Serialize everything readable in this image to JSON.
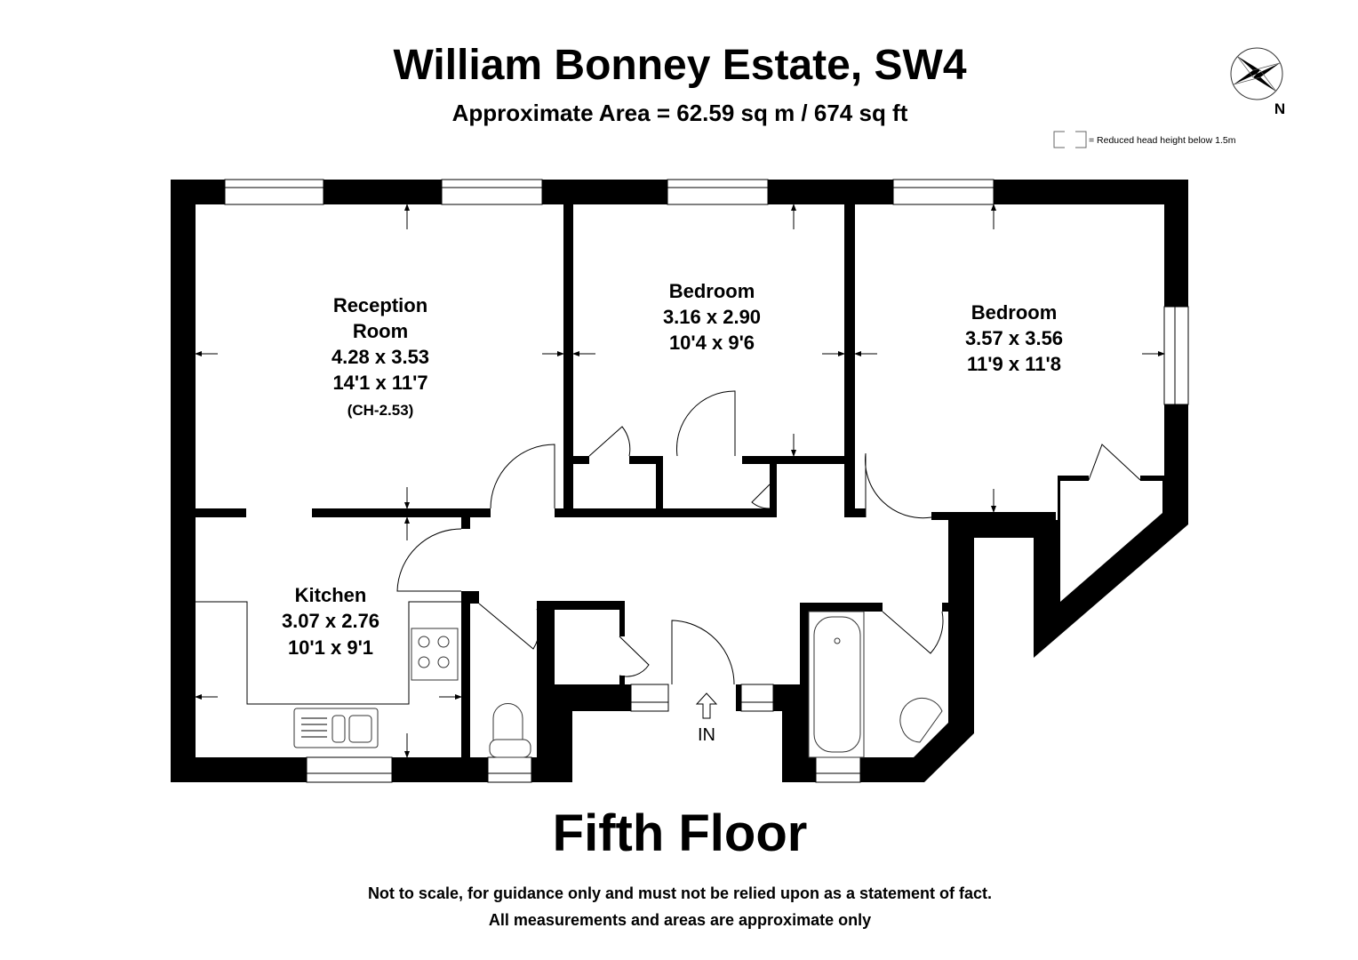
{
  "header": {
    "title": "William Bonney Estate, SW4",
    "area": "Approximate Area = 62.59 sq m / 674 sq ft"
  },
  "compass": {
    "label": "N",
    "icon": "compass-rose-icon"
  },
  "legend": {
    "text": "= Reduced head height below 1.5m"
  },
  "rooms": {
    "reception": {
      "name_line1": "Reception",
      "name_line2": "Room",
      "metric": "4.28 x 3.53",
      "imperial": "14'1 x 11'7",
      "ceiling": "(CH-2.53)"
    },
    "bedroom1": {
      "name": "Bedroom",
      "metric": "3.16 x 2.90",
      "imperial": "10'4 x 9'6"
    },
    "bedroom2": {
      "name": "Bedroom",
      "metric": "3.57 x 3.56",
      "imperial": "11'9 x 11'8"
    },
    "kitchen": {
      "name": "Kitchen",
      "metric": "3.07 x 2.76",
      "imperial": "10'1 x 9'1"
    }
  },
  "entrance": {
    "label": "IN"
  },
  "floor_label": "Fifth Floor",
  "footer": {
    "line1": "Not to scale, for guidance only and must not be relied upon as a statement of fact.",
    "line2": "All measurements and areas are approximate only"
  }
}
